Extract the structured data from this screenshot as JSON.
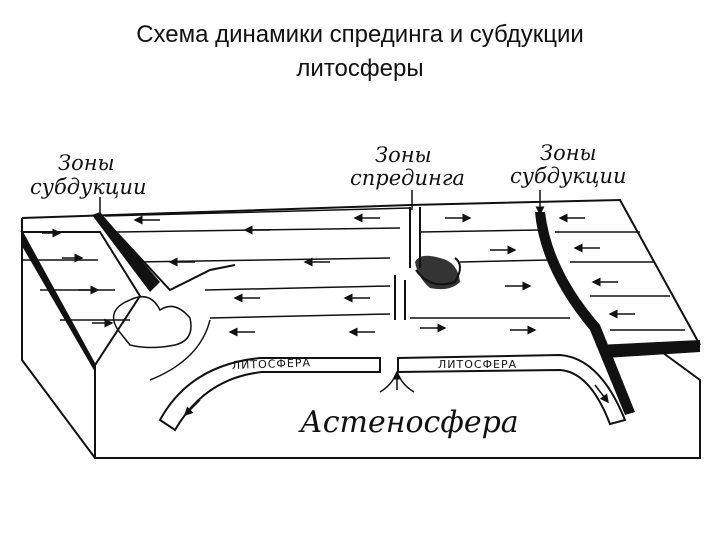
{
  "title": {
    "line1": "Схема динамики спрединга и субдукции",
    "line2": "литосферы"
  },
  "labels": {
    "subduction_left_1": "Зоны",
    "subduction_left_2": "субдукции",
    "spreading_1": "Зоны",
    "spreading_2": "спрединга",
    "subduction_right_1": "Зоны",
    "subduction_right_2": "субдукции",
    "lithosphere_left": "ЛИТОСФЕРА",
    "lithosphere_right": "ЛИТОСФЕРА",
    "asthenosphere": "Астеносфера"
  }
}
